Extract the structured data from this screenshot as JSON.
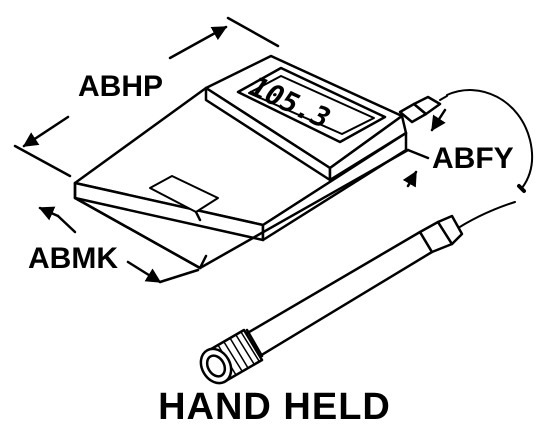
{
  "diagram": {
    "title": "HAND HELD",
    "display_reading": "105.3",
    "dimensions": [
      {
        "id": "abhp",
        "label": "ABHP"
      },
      {
        "id": "abfy",
        "label": "ABFY"
      },
      {
        "id": "abmk",
        "label": "ABMK"
      }
    ]
  },
  "colors": {
    "line": "#000000",
    "background": "#ffffff"
  }
}
